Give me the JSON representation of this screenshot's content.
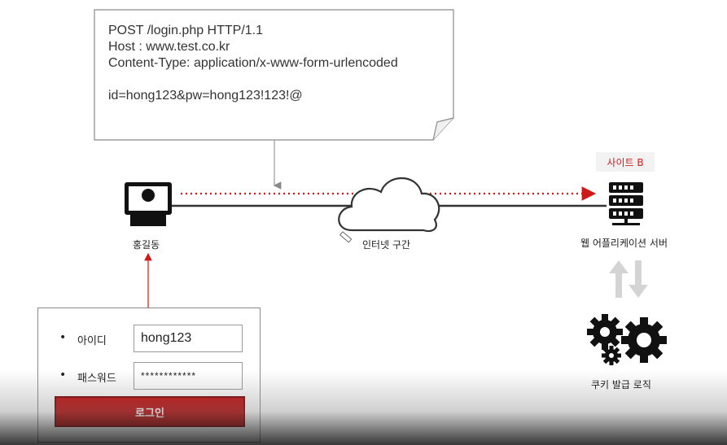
{
  "request": {
    "line1": "POST /login.php HTTP/1.1",
    "line2": "Host : www.test.co.kr",
    "line3": "Content-Type: application/x-www-form-urlencoded",
    "line4": "id=hong123&pw=hong123!123!@"
  },
  "user": {
    "label": "홍길동",
    "icon": "user-computer-icon"
  },
  "network": {
    "label": "인터넷 구간",
    "icon": "cloud-icon"
  },
  "server": {
    "badge": "사이트 B",
    "label": "웹 어플리케이션 서버",
    "icon": "server-stack-icon"
  },
  "cookie_logic": {
    "label": "쿠키 발급 로직",
    "icon": "gears-icon"
  },
  "login_form": {
    "id_label": "아이디",
    "id_value": "hong123",
    "pw_label": "패스워드",
    "pw_value": "************",
    "button_label": "로그인"
  },
  "colors": {
    "accent_red": "#d01818",
    "line_gray": "#333333"
  }
}
